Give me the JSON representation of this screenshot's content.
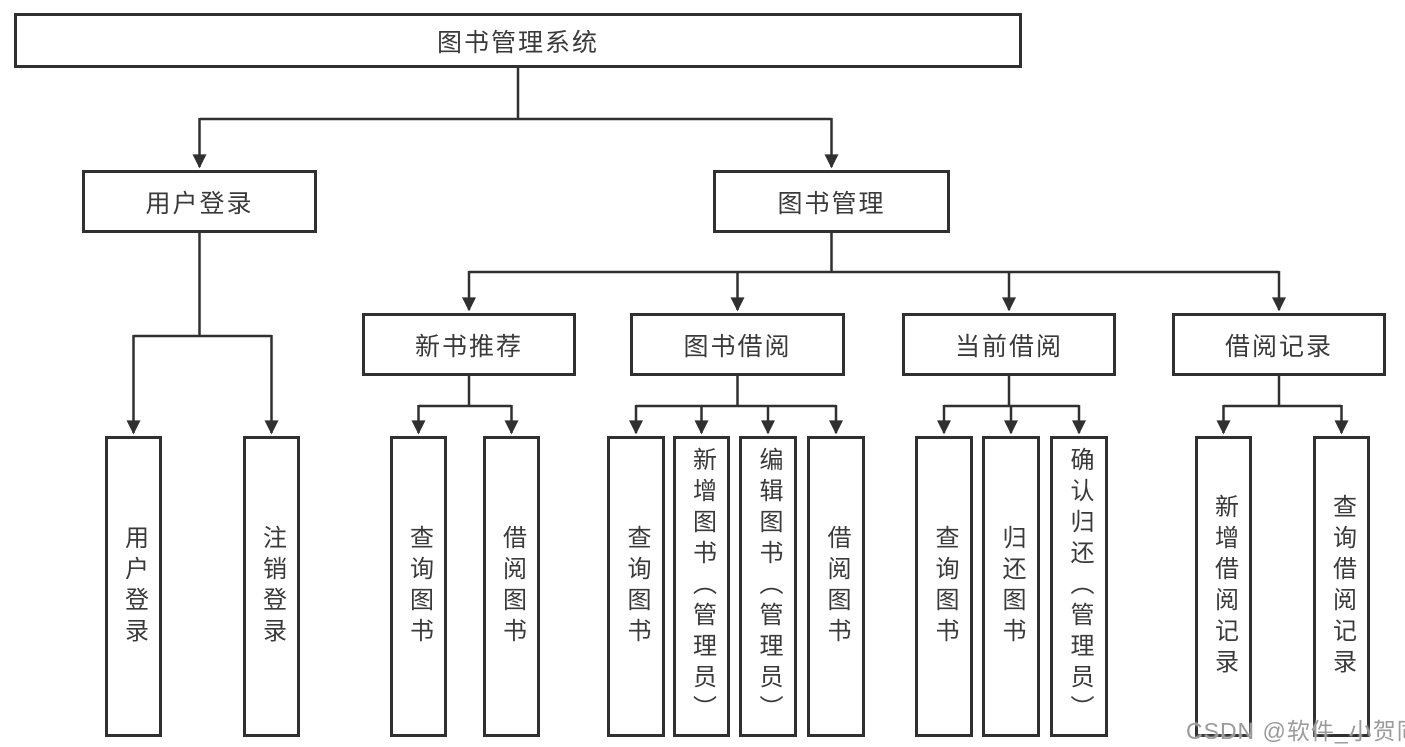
{
  "page": {
    "background": "#ffffff"
  },
  "colors": {
    "line": "#303030",
    "border": "#303030",
    "text": "#3a3a3a",
    "box_bg": "#ffffff",
    "watermark": "#9b9b9b"
  },
  "watermark": {
    "text": "CSDN @软件_小贺同学"
  },
  "tree": {
    "root": {
      "label": "图书管理系统"
    },
    "branches": [
      {
        "label": "用户登录",
        "children": [
          {
            "label": "用户登录"
          },
          {
            "label": "注销登录"
          }
        ]
      },
      {
        "label": "图书管理",
        "children": [
          {
            "label": "新书推荐",
            "children": [
              {
                "label": "查询图书"
              },
              {
                "label": "借阅图书"
              }
            ]
          },
          {
            "label": "图书借阅",
            "children": [
              {
                "label": "查询图书"
              },
              {
                "label": "新增图书（管理员）"
              },
              {
                "label": "编辑图书（管理员）"
              },
              {
                "label": "借阅图书"
              }
            ]
          },
          {
            "label": "当前借阅",
            "children": [
              {
                "label": "查询图书"
              },
              {
                "label": "归还图书"
              },
              {
                "label": "确认归还（管理员）"
              }
            ]
          },
          {
            "label": "借阅记录",
            "children": [
              {
                "label": "新增借阅记录"
              },
              {
                "label": "查询借阅记录"
              }
            ]
          }
        ]
      }
    ]
  }
}
